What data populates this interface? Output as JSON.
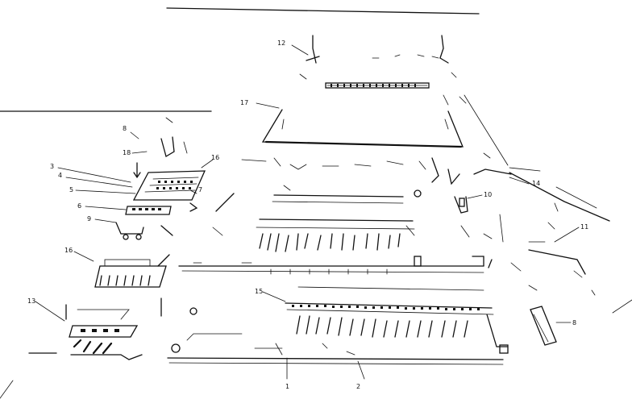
{
  "callouts": {
    "c1": "1",
    "c2": "2",
    "c3": "3",
    "c4": "4",
    "c5": "5",
    "c6": "6",
    "c7": "7",
    "c8": "8",
    "c9": "9",
    "c10": "10",
    "c11": "11",
    "c12": "12",
    "c13": "13",
    "c14": "14",
    "c15": "15",
    "c16a": "16",
    "c16b": "16",
    "c17": "17",
    "c18": "18"
  }
}
